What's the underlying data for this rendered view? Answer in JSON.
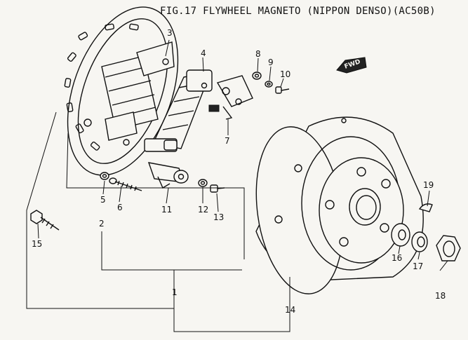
{
  "figure": {
    "title": "FIG.17  FLYWHEEL MAGNETO (NIPPON DENSO)(AC50B)",
    "direction_label": "FWD"
  },
  "parts": [
    {
      "ref": "1"
    },
    {
      "ref": "2"
    },
    {
      "ref": "3"
    },
    {
      "ref": "4"
    },
    {
      "ref": "5"
    },
    {
      "ref": "6"
    },
    {
      "ref": "7"
    },
    {
      "ref": "8"
    },
    {
      "ref": "9"
    },
    {
      "ref": "10"
    },
    {
      "ref": "11"
    },
    {
      "ref": "12"
    },
    {
      "ref": "13"
    },
    {
      "ref": "14"
    },
    {
      "ref": "15"
    },
    {
      "ref": "16"
    },
    {
      "ref": "17"
    },
    {
      "ref": "18"
    },
    {
      "ref": "19"
    }
  ]
}
